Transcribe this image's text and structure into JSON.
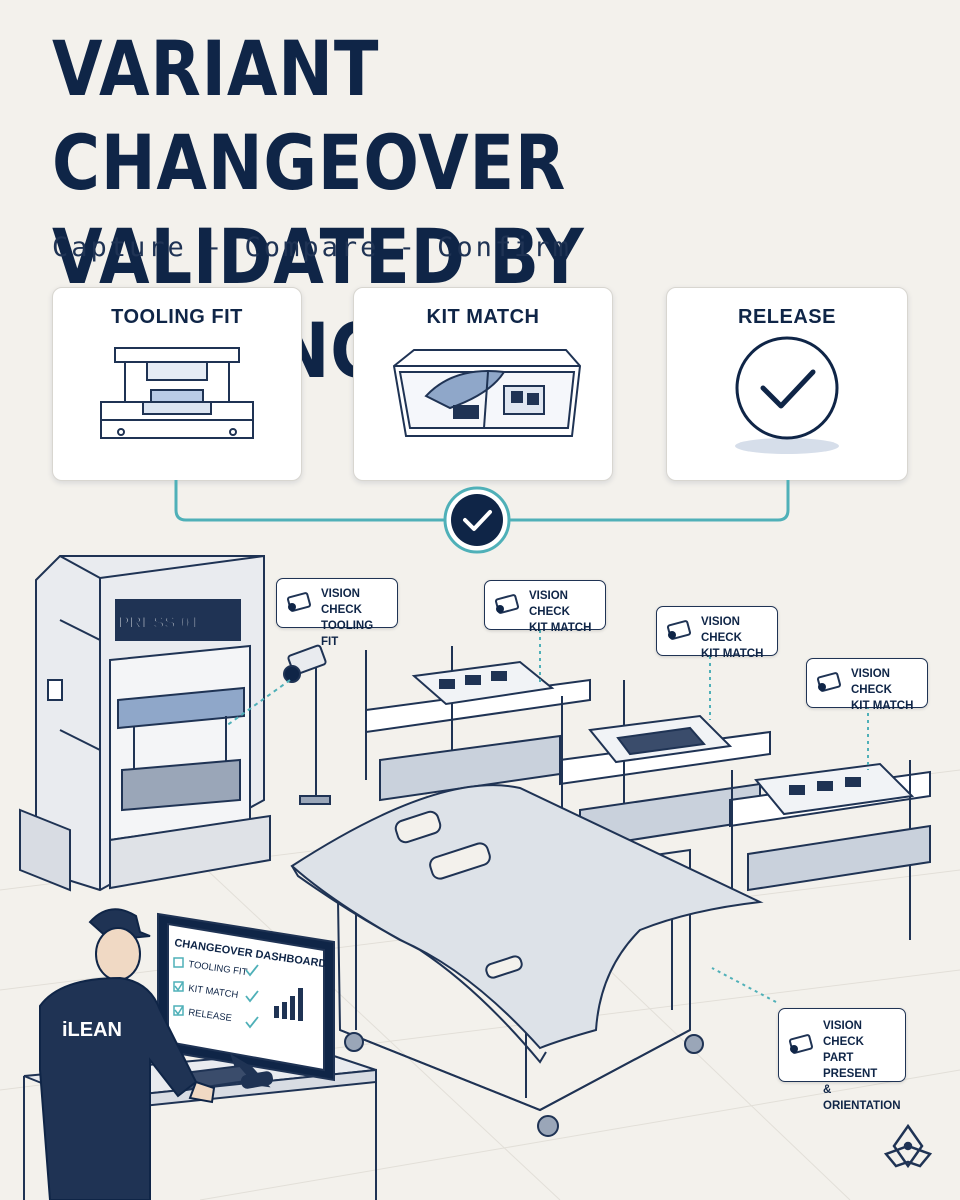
{
  "header": {
    "title_line1": "VARIANT CHANGEOVER",
    "title_line2": "VALIDATED BY EVIDENCE",
    "subtitle": "Capture - Compare - Confirm"
  },
  "steps": [
    {
      "label": "TOOLING FIT",
      "icon": "press-tooling-icon"
    },
    {
      "label": "KIT MATCH",
      "icon": "kit-bin-icon"
    },
    {
      "label": "RELEASE",
      "icon": "check-circle-icon"
    }
  ],
  "flow": {
    "icon": "check-circle-icon"
  },
  "press": {
    "label": "PRESS 01"
  },
  "callouts": [
    {
      "title": "VISION CHECK",
      "detail": "TOOLING FIT"
    },
    {
      "title": "VISION CHECK",
      "detail": "KIT MATCH"
    },
    {
      "title": "VISION CHECK",
      "detail": "KIT MATCH"
    },
    {
      "title": "VISION CHECK",
      "detail": "KIT MATCH"
    },
    {
      "title": "VISION CHECK",
      "detail": "PART PRESENT",
      "detail2": "& ORIENTATION"
    }
  ],
  "dashboard": {
    "title": "CHANGEOVER DASHBOARD",
    "items": [
      {
        "label": "TOOLING FIT",
        "checked": false
      },
      {
        "label": "KIT MATCH",
        "checked": true
      },
      {
        "label": "RELEASE",
        "checked": true
      }
    ]
  },
  "operator": {
    "shirt": "iLEAN"
  },
  "colors": {
    "navy": "#0f2547",
    "teal": "#4fb0b8",
    "background": "#f3f1ec",
    "steel_blue": "#8fa7c9"
  }
}
